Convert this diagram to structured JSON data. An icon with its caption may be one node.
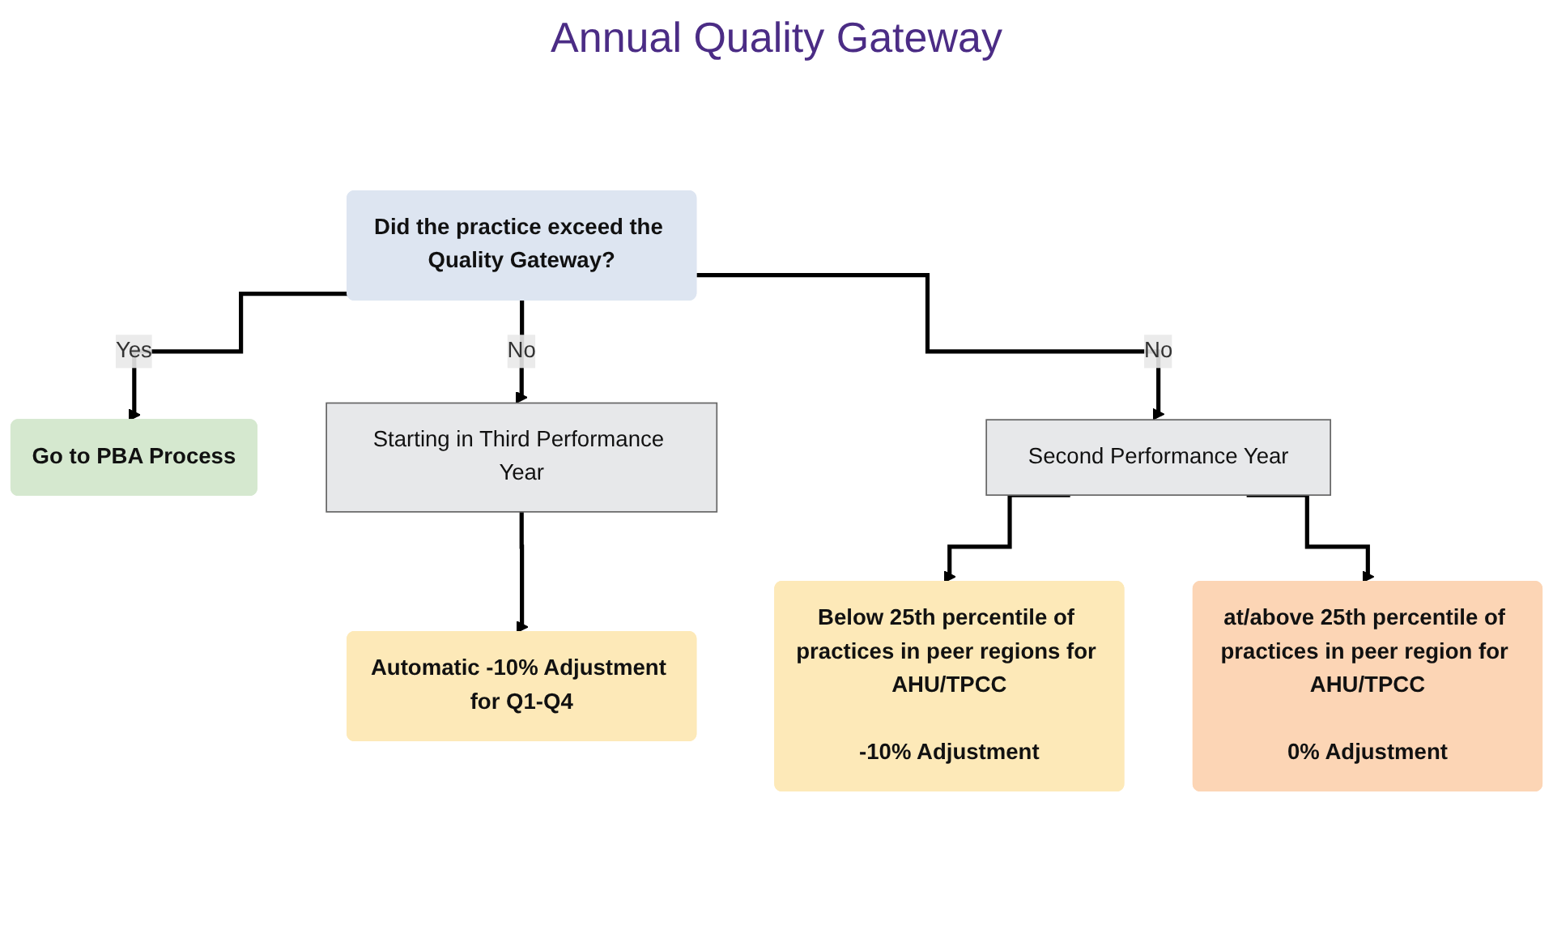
{
  "diagram": {
    "title": "Annual Quality Gateway",
    "nodes": [
      {
        "text": [
          "Did the practice exceed the Quality Gateway?"
        ]
      },
      {
        "text": [
          "Go to PBA Process"
        ]
      },
      {
        "text": [
          "Starting in Third Performance Year"
        ]
      },
      {
        "text": [
          "Second Performance Year"
        ]
      },
      {
        "text": [
          "Automatic -10% Adjustment for Q1-Q4"
        ]
      },
      {
        "text": [
          "Below 25th percentile of practices in peer regions for AHU/TPCC",
          "-10% Adjustment"
        ]
      },
      {
        "text": [
          "at/above 25th percentile of practices in peer region for AHU/TPCC",
          "0% Adjustment"
        ]
      }
    ],
    "edges": [
      {
        "from": 0,
        "to": 1,
        "arrow": "to",
        "label": "Yes"
      },
      {
        "from": 0,
        "to": 2,
        "arrow": "to",
        "label": "No"
      },
      {
        "from": 0,
        "to": 3,
        "arrow": "to",
        "label": "No"
      },
      {
        "from": 2,
        "to": 4,
        "arrow": "to"
      },
      {
        "from": 3,
        "to": 5,
        "arrow": "to"
      },
      {
        "from": 3,
        "to": 6,
        "arrow": "to"
      }
    ]
  }
}
